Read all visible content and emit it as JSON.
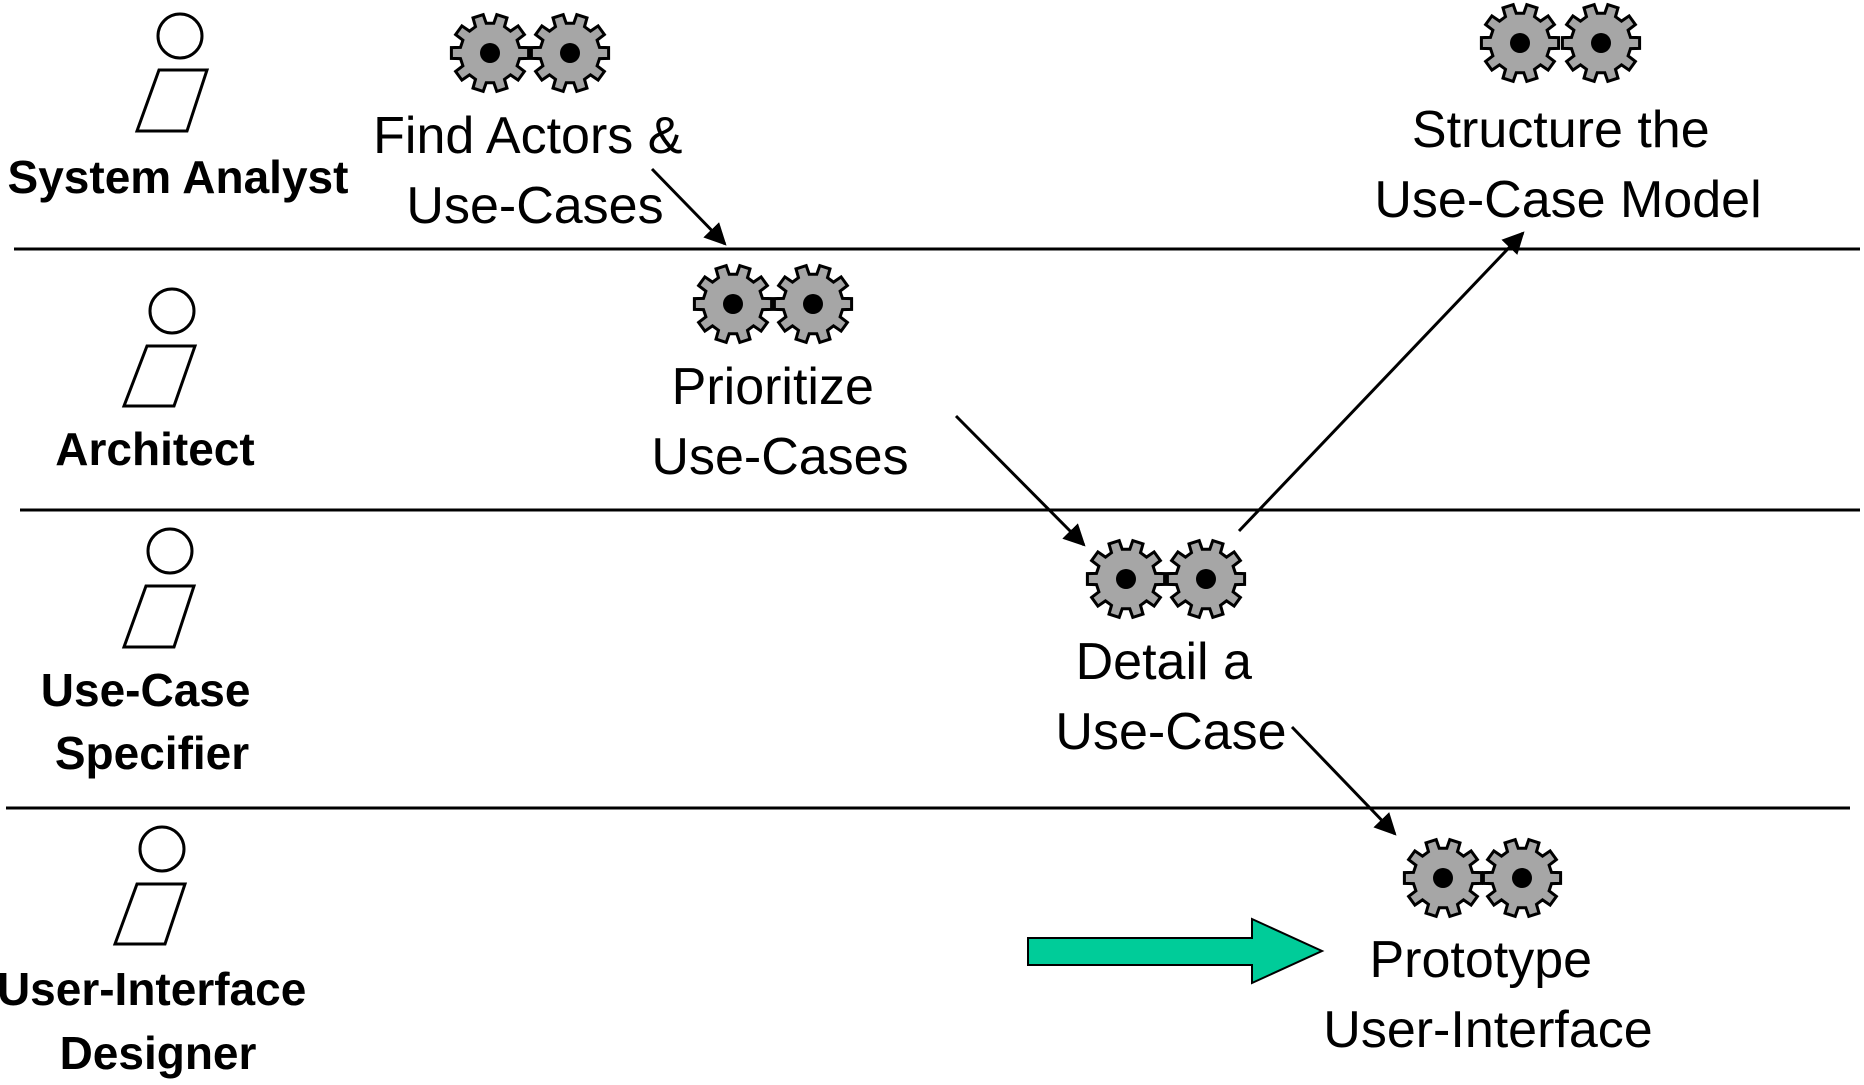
{
  "colors": {
    "gear_fill": "#a6a6a6",
    "highlight_arrow": "#00cc99",
    "line": "#000000",
    "background": "#ffffff"
  },
  "icons": {
    "actor": "actor-icon",
    "activity": "gears-icon",
    "highlight": "block-arrow-icon"
  },
  "lanes": [
    {
      "role_lines": [
        "System Analyst"
      ]
    },
    {
      "role_lines": [
        "Architect"
      ]
    },
    {
      "role_lines": [
        "Use-Case",
        "Specifier"
      ]
    },
    {
      "role_lines": [
        "User-Interface",
        "Designer"
      ]
    }
  ],
  "activities": [
    {
      "lines": [
        "Find Actors &",
        "Use-Cases"
      ]
    },
    {
      "lines": [
        "Structure the",
        "Use-Case Model"
      ]
    },
    {
      "lines": [
        "Prioritize",
        "Use-Cases"
      ]
    },
    {
      "lines": [
        "Detail a",
        "Use-Case"
      ]
    },
    {
      "lines": [
        "Prototype",
        "User-Interface"
      ]
    }
  ]
}
